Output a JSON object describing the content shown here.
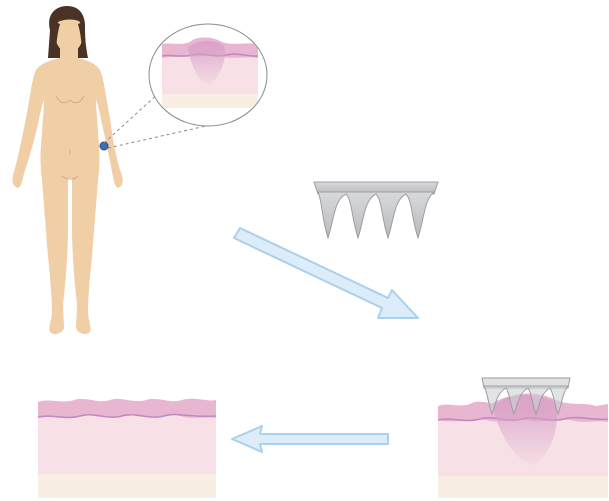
{
  "colors": {
    "skin_body": "#f1cfa6",
    "skin_body_shade": "#e2b88c",
    "hair": "#4a3326",
    "epidermis_pink": "#e9b6d2",
    "epidermis_purple": "#c08ac0",
    "dermis": "#f7e1e6",
    "subcutis": "#f8eee4",
    "lesion": "#d79fc7",
    "arrow_fill": "#dcecf8",
    "arrow_stroke": "#a9d0ec",
    "microneedle_fill": "#cfd0d2",
    "microneedle_stroke": "#9c9ea2",
    "marker": "#3b6fb6",
    "leader_line": "#8a8a8a"
  },
  "figure": {
    "person": "standing-woman-figure",
    "zoom_callout": "skin-cross-section-with-lesion",
    "patch": "microneedle-patch",
    "steps": [
      "apply-patch-arrow",
      "result-arrow"
    ]
  }
}
